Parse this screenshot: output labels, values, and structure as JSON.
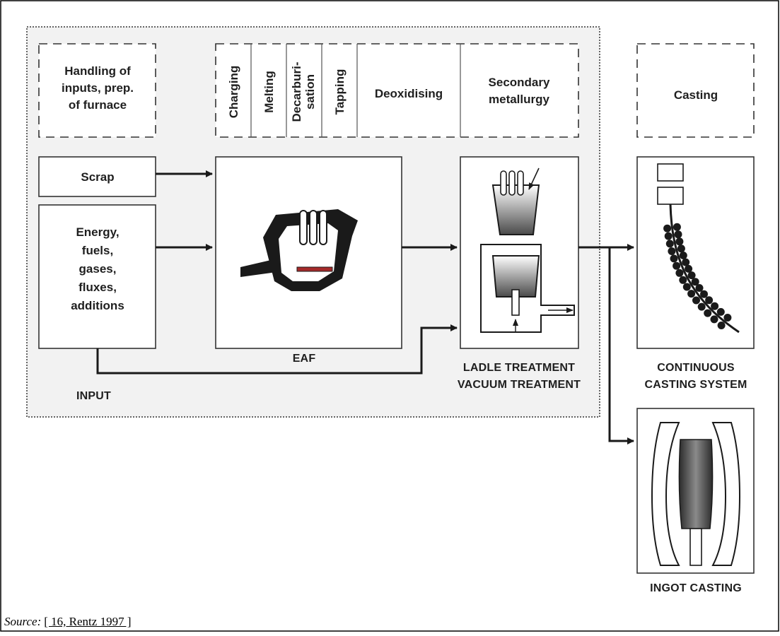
{
  "stages": {
    "handling": [
      "Handling of",
      "inputs, prep.",
      "of furnace"
    ],
    "charging": "Charging",
    "melting": "Melting",
    "decarburisation": [
      "Decarburi-",
      "sation"
    ],
    "tapping": "Tapping",
    "deoxidising": "Deoxidising",
    "secondary_metallurgy": [
      "Secondary",
      "metallurgy"
    ],
    "casting": "Casting"
  },
  "inputs": {
    "scrap": "Scrap",
    "energy": [
      "Energy,",
      "fuels,",
      "gases,",
      "fluxes,",
      "additions"
    ]
  },
  "captions": {
    "input": "INPUT",
    "eaf": "EAF",
    "ladle": [
      "LADLE TREATMENT",
      "VACUUM TREATMENT"
    ],
    "continuous": [
      "CONTINUOUS",
      "CASTING SYSTEM"
    ],
    "ingot": "INGOT CASTING"
  },
  "source": {
    "label": "Source:",
    "reference": "[ 16, Rentz 1997 ]"
  },
  "colors": {
    "line": "#1a1a1a",
    "process_area": "#f2f2f2",
    "electrode_band": "#a52a2a"
  }
}
